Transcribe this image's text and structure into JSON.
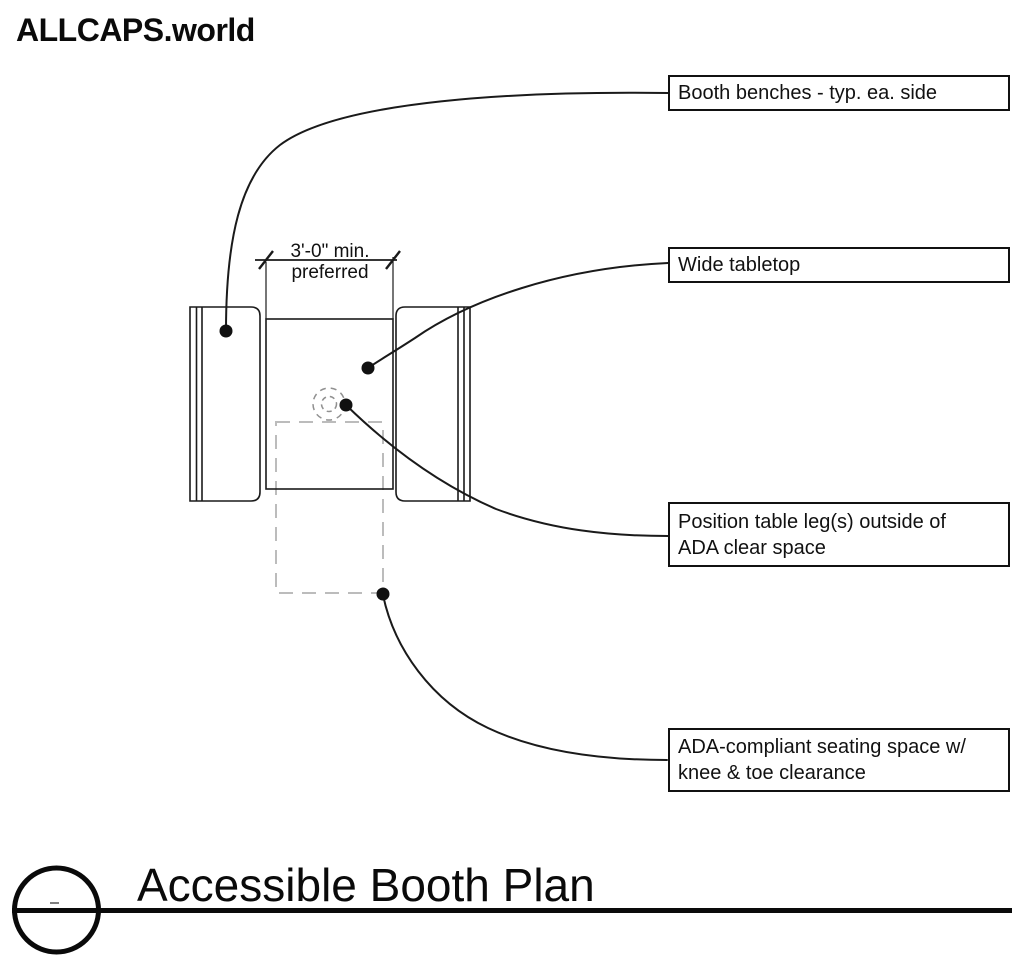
{
  "logo": {
    "text": "ALLCAPS.world"
  },
  "drawing": {
    "dimension": {
      "line1": "3'-0\" min.",
      "line2": "preferred"
    }
  },
  "callouts": {
    "bench": {
      "lines": [
        "Booth benches - typ. ea. side"
      ]
    },
    "tabletop": {
      "lines": [
        "Wide tabletop"
      ]
    },
    "table_leg": {
      "lines": [
        "Position table leg(s) outside of",
        "ADA clear space"
      ]
    },
    "seating": {
      "lines": [
        "ADA-compliant seating space w/",
        "knee & toe clearance"
      ]
    }
  },
  "footer": {
    "title": "Accessible Booth Plan"
  },
  "colors": {
    "ink": "#111111",
    "clear_space_dash_gray": "#bcbcbc",
    "table_leg_dash_gray": "#909090",
    "background": "#ffffff"
  }
}
